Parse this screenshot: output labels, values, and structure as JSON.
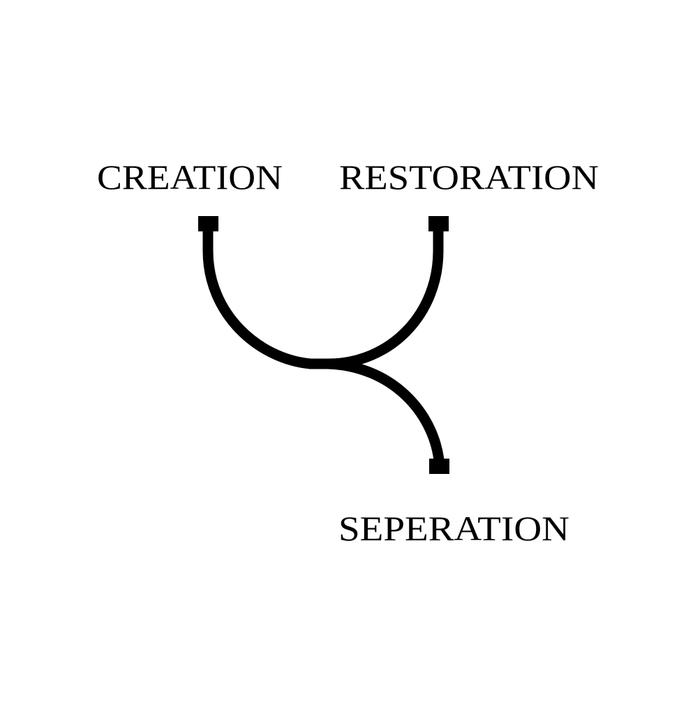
{
  "labels": {
    "top_left": "CREATION",
    "top_right": "RESTORATION",
    "bottom": "SEPERATION"
  },
  "colors": {
    "stroke": "#000000",
    "background": "#ffffff"
  }
}
